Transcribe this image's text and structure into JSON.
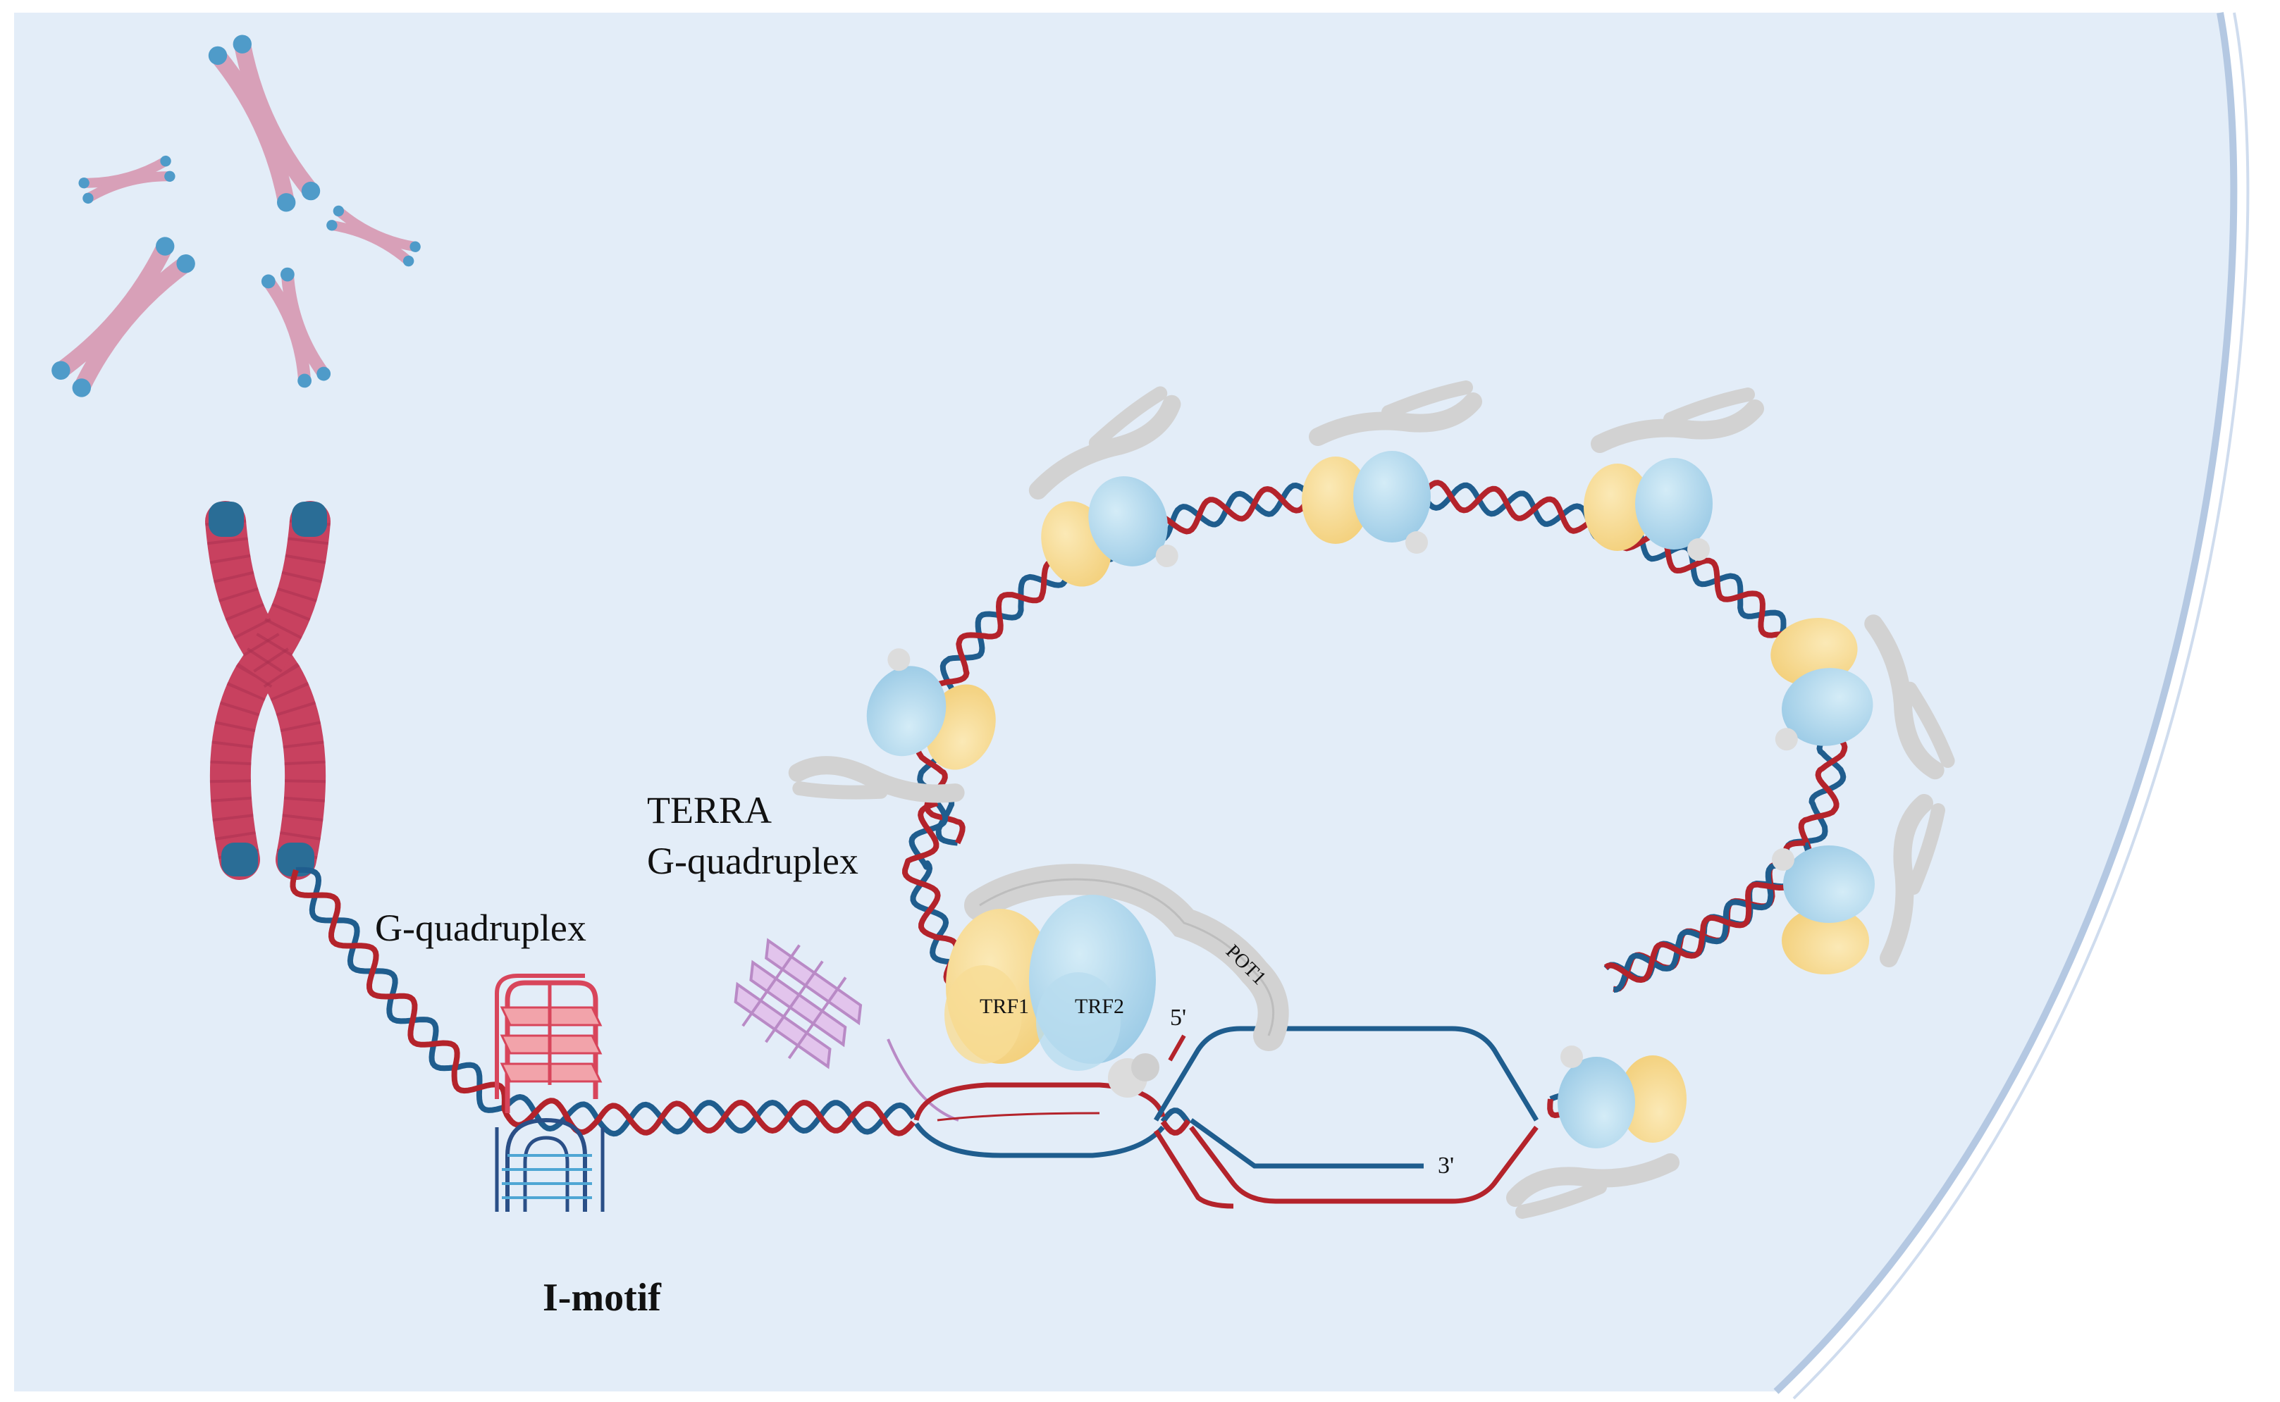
{
  "labels": {
    "terra_line1": "TERRA",
    "terra_line2": "G-quadruplex",
    "g_quadruplex": "G-quadruplex",
    "i_motif": "I-motif",
    "trf1": "TRF1",
    "trf2": "TRF2",
    "pot1": "POT1",
    "five_prime": "5'",
    "three_prime": "3'"
  },
  "colors": {
    "nucleus_fill": "#e3edf8",
    "nucleus_border": "#b4c8e2",
    "strand_red": "#b4232b",
    "strand_blue": "#1f5d8e",
    "chromosome_red": "#c8415f",
    "chromosome_cap": "#2a6d96",
    "small_chromosome": "#d8a0b8",
    "small_chromosome_cap": "#4f9bc9",
    "trf1_yellow": "#f7dc95",
    "trf2_blue": "#b8dcef",
    "pot1_gray": "#d2d2d2",
    "g4_red": "#d8455b",
    "imotif_blue": "#2a4f87",
    "terra_purple": "#b98ac6"
  },
  "icons": [
    "small-chromosome-icon",
    "large-chromosome-icon",
    "g-quadruplex-icon",
    "i-motif-icon",
    "terra-g-quadruplex-icon",
    "shelterin-complex-icon",
    "t-loop-icon"
  ]
}
